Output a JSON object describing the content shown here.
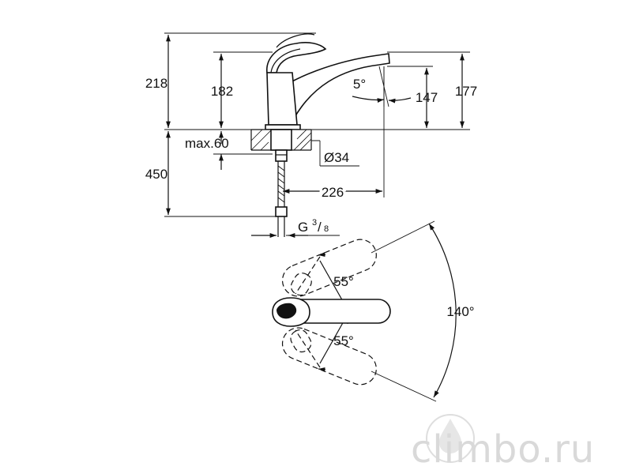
{
  "dimensions": {
    "total_height": "218",
    "spout_height": "182",
    "outlet_height": "177",
    "outlet_clearance": "147",
    "spout_tilt": "5°",
    "max_deck_thickness": "max.60",
    "hole_diameter": "Ø34",
    "spout_reach": "226",
    "hose_length": "450",
    "connection_thread_letter": "G",
    "connection_thread_num": "3",
    "connection_thread_den": "8",
    "lever_angle_upper": "55°",
    "lever_angle_lower": "55°",
    "swivel_angle": "140°"
  },
  "watermark": {
    "text": "climbo.ru"
  },
  "colors": {
    "line": "#111111",
    "background": "#ffffff",
    "watermark": "#d9d9d9"
  }
}
